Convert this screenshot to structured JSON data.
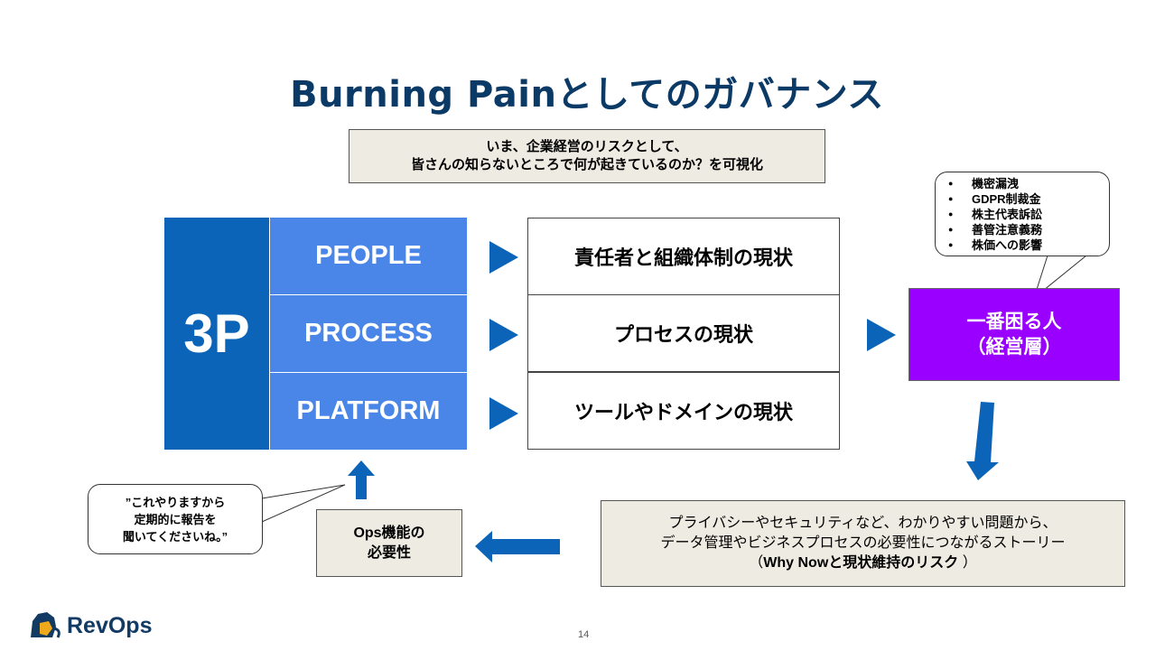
{
  "title": "Burning Painとしてのガバナンス",
  "top_note": {
    "line1": "いま、企業経営のリスクとして、",
    "line2": "皆さんの知らないところで何が起きているのか？を可視化"
  },
  "framework": {
    "label": "3P",
    "rows": [
      {
        "category": "PEOPLE",
        "status": "責任者と組織体制の現状"
      },
      {
        "category": "PROCESS",
        "status": "プロセスの現状"
      },
      {
        "category": "PLATFORM",
        "status": "ツールやドメインの現状"
      }
    ]
  },
  "executive": {
    "line1": "一番困る人",
    "line2": "（経営層）"
  },
  "risks_bubble": {
    "items": [
      "機密漏洩",
      "GDPR制裁金",
      "株主代表訴訟",
      "善管注意義務",
      "株価への影響"
    ]
  },
  "story_box": {
    "line1": "プライバシーやセキュリティなど、わかりやすい問題から、",
    "line2": "データ管理やビジネスプロセスの必要性につながるストーリー",
    "line3_bold": "Why Nowと現状維持のリスク",
    "line3_open": "（",
    "line3_close": " ）"
  },
  "ops_box": {
    "line1": "Ops機能の",
    "line2": "必要性"
  },
  "quote_bubble": {
    "line1": "”これやりますから",
    "line2": "定期的に報告を",
    "line3": "聞いてくださいね。”"
  },
  "footer": {
    "logo_text": "RevOps",
    "page_number": "14"
  },
  "colors": {
    "title": "#0c3a66",
    "dark_blue": "#0b64b8",
    "mid_blue": "#4a86e8",
    "purple": "#9900ff",
    "beige": "#eeebe2"
  }
}
